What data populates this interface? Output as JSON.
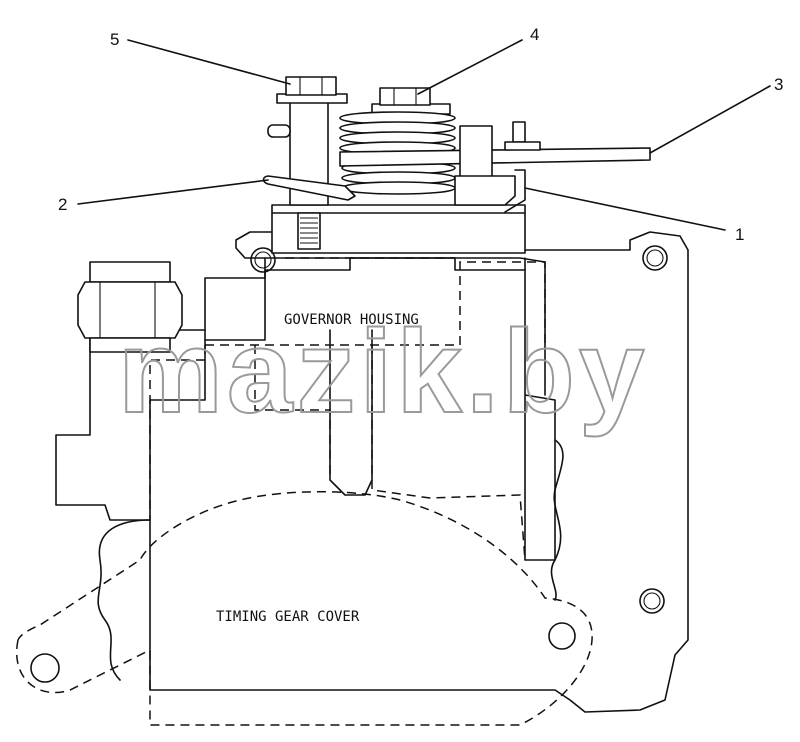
{
  "labels": {
    "governor_housing": "GOVERNOR HOUSING",
    "timing_gear_cover": "TIMING GEAR COVER"
  },
  "callouts": {
    "c1": "1",
    "c2": "2",
    "c3": "3",
    "c4": "4",
    "c5": "5"
  },
  "watermark": "mazik.by"
}
